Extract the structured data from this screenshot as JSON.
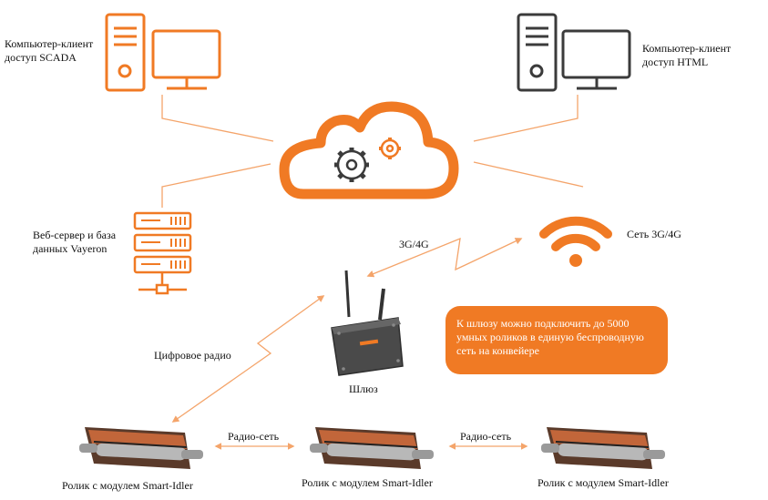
{
  "colors": {
    "accent": "#f07a24",
    "dark": "#3b3b3b",
    "line": "#f4a46a"
  },
  "nodes": {
    "client_scada": "Компьютер-клиент\nдоступ SCADA",
    "client_html": "Компьютер-клиент\nдоступ HTML",
    "web_server": "Веб-сервер и база\nданных Vayeron",
    "network_3g4g": "Сеть 3G/4G",
    "link_3g4g": "3G/4G",
    "digital_radio": "Цифровое радио",
    "gateway": "Шлюз",
    "radio_net_1": "Радио-сеть",
    "radio_net_2": "Радио-сеть",
    "roller_1": "Ролик с модулем Smart-Idler",
    "roller_2": "Ролик с модулем Smart-Idler",
    "roller_3": "Ролик с модулем Smart-Idler"
  },
  "info_box": "К шлюзу можно подключить до 5000 умных роликов в единую беспроводную сеть на конвейере",
  "icons": [
    "computer-icon",
    "cloud-gears-icon",
    "server-icon",
    "wifi-icon",
    "gateway-icon",
    "roller-icon"
  ]
}
